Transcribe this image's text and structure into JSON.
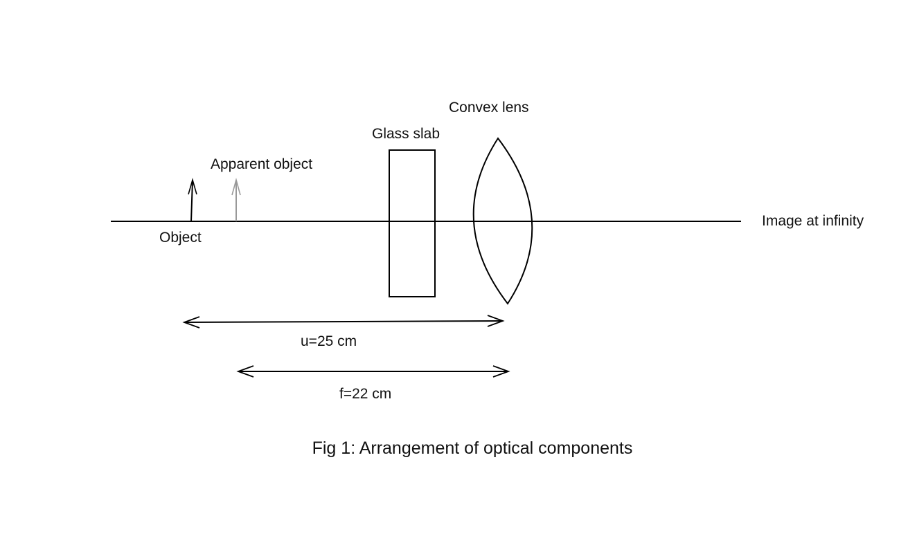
{
  "labels": {
    "object": "Object",
    "apparent_object": "Apparent object",
    "glass_slab": "Glass slab",
    "convex_lens": "Convex lens",
    "image": "Image at infinity",
    "u_dimension": "u=25 cm",
    "f_dimension": "f=22 cm"
  },
  "caption": "Fig 1: Arrangement of optical components",
  "colors": {
    "line": "#000000",
    "apparent_object": "#999999"
  }
}
